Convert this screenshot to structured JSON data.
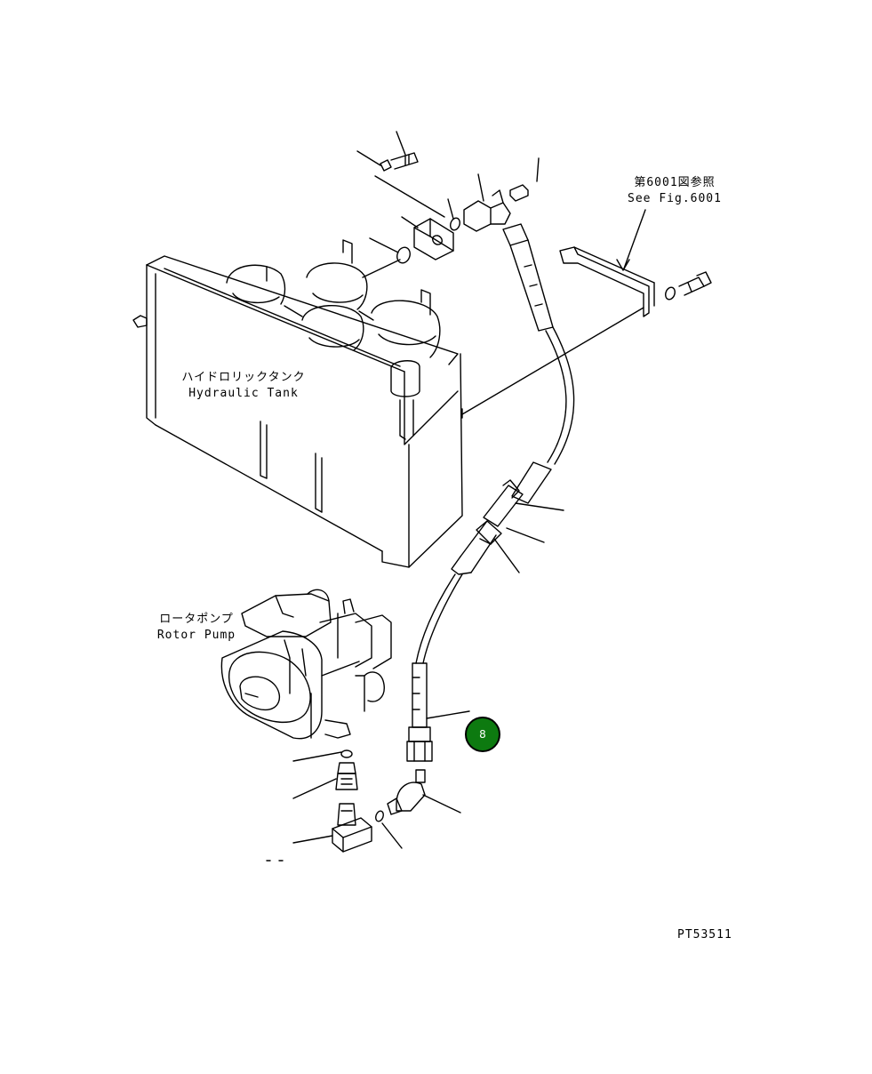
{
  "labels": {
    "see_fig_ja": "第6001図参照",
    "see_fig_en": "See Fig.6001",
    "tank_ja": "ハイドロリックタンク",
    "tank_en": "Hydraulic Tank",
    "pump_ja": "ロータポンプ",
    "pump_en": "Rotor Pump",
    "figure_code": "PT53511"
  },
  "callouts": [
    {
      "number": "8",
      "color": "#0d7a10"
    }
  ],
  "colors": {
    "line": "#000000",
    "background": "#ffffff"
  }
}
